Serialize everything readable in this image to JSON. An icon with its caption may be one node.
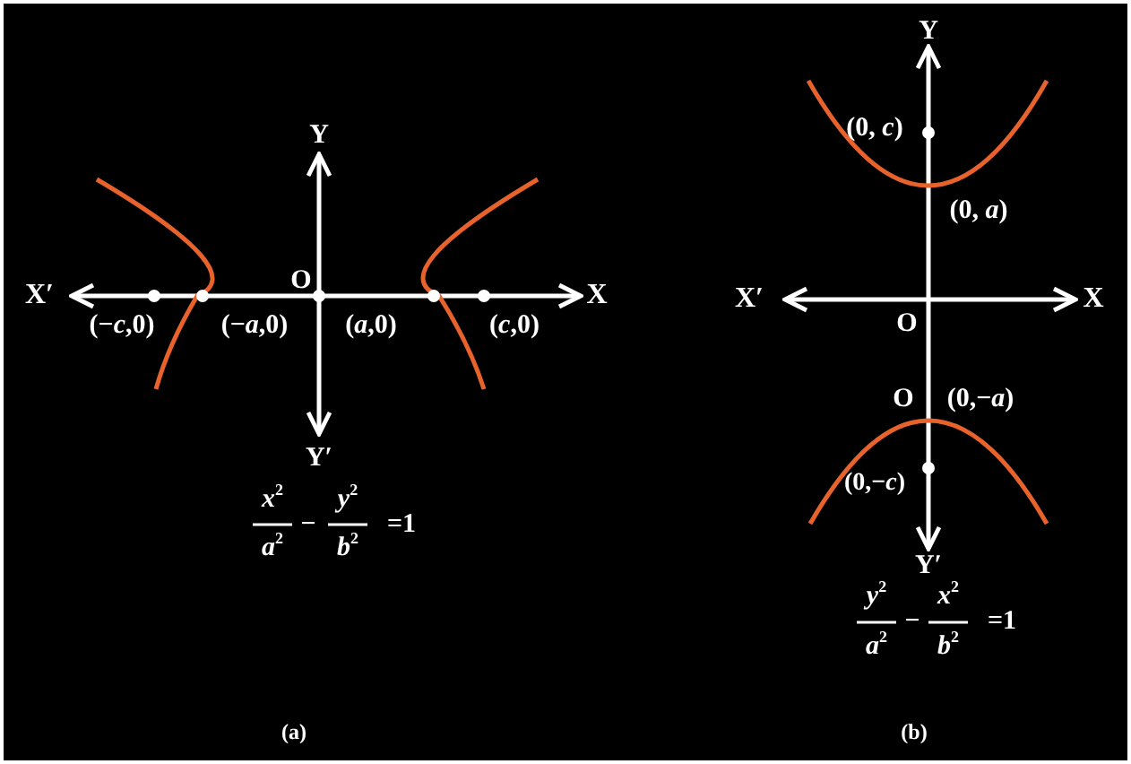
{
  "diagram": {
    "labels": [
      "Y",
      "O",
      "X′",
      "X",
      "(−*c*,0)",
      "(−*a*,0)",
      "(*a*,0)",
      "(*c*,0)",
      "Y′",
      "*x*$^{2}$",
      "*a*$^{2}$",
      "−",
      "*y*$^{2}$",
      "*b*$^{2}$",
      "=1",
      "(a)",
      "Y",
      "(0, *c*)",
      "(0, *a*)",
      "X′",
      "X",
      "O",
      "O",
      "(0,−*a*)",
      "(0,−*c*)",
      "Y′",
      "*y*$^{2}$",
      "*a*$^{2}$",
      "−",
      "*x*$^{2}$",
      "*b*$^{2}$",
      "=1",
      "(b)"
    ]
  }
}
